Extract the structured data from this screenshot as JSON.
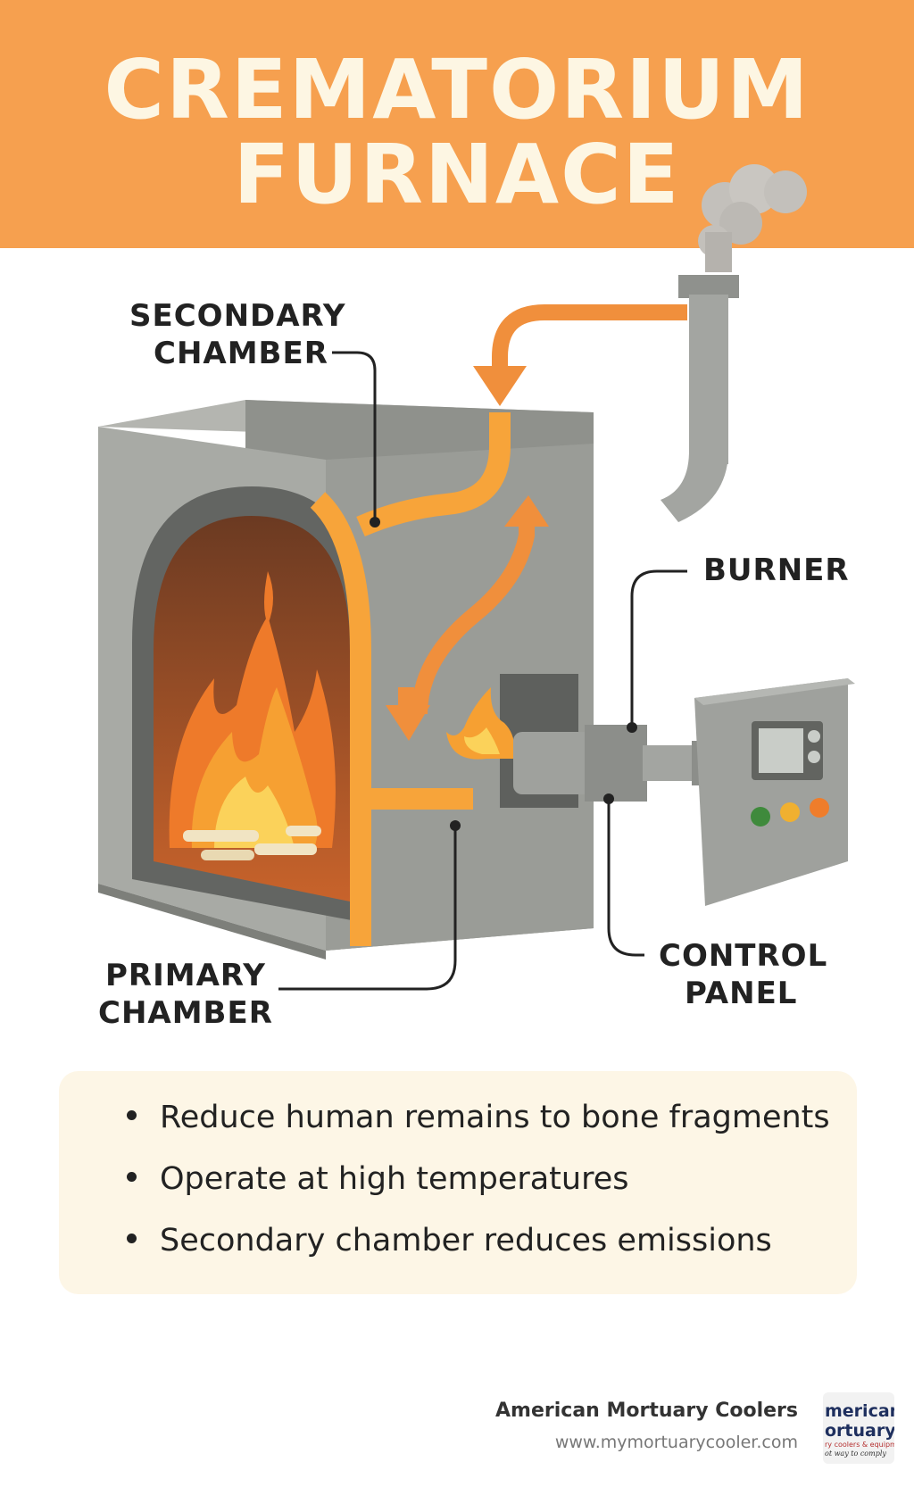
{
  "header": {
    "title_line1": "CREMATORIUM",
    "title_line2": "FURNACE"
  },
  "labels": {
    "secondary_line1": "SECONDARY",
    "secondary_line2": "CHAMBER",
    "burner": "BURNER",
    "control_line1": "CONTROL",
    "control_line2": "PANEL",
    "primary_line1": "PRIMARY",
    "primary_line2": "CHAMBER"
  },
  "bullets": [
    "Reduce human remains to bone fragments",
    "Operate at high temperatures",
    "Secondary chamber reduces emissions"
  ],
  "footer": {
    "name": "American Mortuary Coolers",
    "url": "www.mymortuarycooler.com",
    "logo_line1": "merican",
    "logo_line2": "ortuary",
    "logo_line3": "ry coolers & equipment",
    "logo_line4": "ot way to comply"
  },
  "colors": {
    "header": "#f6a04f",
    "title": "#fdf6e3",
    "flow": "#f7a43a",
    "furnace": "#9ea09b"
  }
}
